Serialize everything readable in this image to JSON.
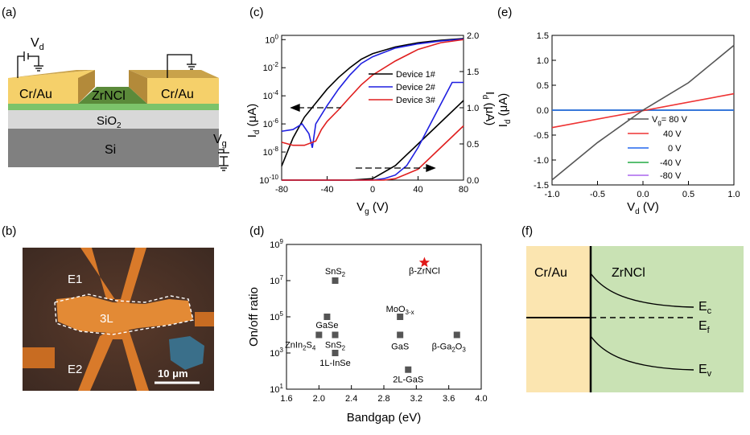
{
  "panel_labels": {
    "a": "(a)",
    "b": "(b)",
    "c": "(c)",
    "d": "(d)",
    "e": "(e)",
    "f": "(f)"
  },
  "panel_a": {
    "vd": "V",
    "vd_sub": "d",
    "vg": "V",
    "vg_sub": "g",
    "contact_left": "Cr/Au",
    "contact_right": "Cr/Au",
    "channel": "ZrNCl",
    "oxide": "SiO",
    "oxide_sub": "2",
    "substrate": "Si"
  },
  "panel_b": {
    "e1": "E1",
    "e2": "E2",
    "layer": "3L",
    "scale_bar": "10 μm"
  },
  "panel_c": {
    "ylabel_left": "I",
    "ylabel_left_sub": "d",
    "ylabel_left_unit": " (μA)",
    "ylabel_right": "I",
    "ylabel_right_sub": "d",
    "ylabel_right_unit": " (μA)",
    "xlabel": "V",
    "xlabel_sub": "g",
    "xlabel_unit": " (V)",
    "x_ticks": [
      "-80",
      "-40",
      "0",
      "40",
      "80"
    ],
    "yl_ticks": [
      {
        "b": "10",
        "e": "0"
      },
      {
        "b": "10",
        "e": "-2"
      },
      {
        "b": "10",
        "e": "-4"
      },
      {
        "b": "10",
        "e": "-6"
      },
      {
        "b": "10",
        "e": "-8"
      },
      {
        "b": "10",
        "e": "-10"
      }
    ],
    "yr_ticks": [
      "2.0",
      "1.5",
      "1.0",
      "0.5",
      "0.0"
    ],
    "legend": [
      "Device 1#",
      "Device 2#",
      "Device 3#"
    ]
  },
  "panel_d": {
    "ylabel": "On/off ratio",
    "xlabel": "Bandgap (eV)",
    "x_ticks": [
      "1.6",
      "2.0",
      "2.4",
      "2.8",
      "3.2",
      "3.6",
      "4.0"
    ],
    "y_ticks": [
      {
        "b": "10",
        "e": "9"
      },
      {
        "b": "10",
        "e": "7"
      },
      {
        "b": "10",
        "e": "5"
      },
      {
        "b": "10",
        "e": "3"
      },
      {
        "b": "10",
        "e": "1"
      }
    ]
  },
  "panel_e": {
    "ylabel": "I",
    "ylabel_sub": "d",
    "ylabel_unit": " (μA)",
    "xlabel": "V",
    "xlabel_sub": "d",
    "xlabel_unit": " (V)",
    "x_ticks": [
      "-1.0",
      "-0.5",
      "0.0",
      "0.5",
      "1.0"
    ],
    "y_ticks": [
      "1.5",
      "1.0",
      "0.5",
      "0.0",
      "-0.5",
      "-1.0",
      "-1.5"
    ],
    "legend_first_prefix": "V",
    "legend_first_sub": "g",
    "legend_first_suffix": "= 80 V",
    "legend": [
      "40 V",
      "0 V",
      "-40 V",
      "-80 V"
    ]
  },
  "panel_f": {
    "metal": "Cr/Au",
    "semi": "ZrNCl",
    "ec": "E",
    "ec_sub": "c",
    "ef": "E",
    "ef_sub": "f",
    "ev": "E",
    "ev_sub": "v"
  },
  "chart_data": [
    {
      "type": "line",
      "panel": "c",
      "x_axis": {
        "range": [
          -80,
          80
        ]
      },
      "y_left": {
        "scale": "log",
        "range": [
          1e-10,
          2
        ]
      },
      "y_right": {
        "scale": "linear",
        "range": [
          0,
          2.0
        ]
      },
      "series": [
        {
          "name": "Device 1#",
          "color": "#000000",
          "axis": "left",
          "x": [
            -80,
            -70,
            -60,
            -50,
            -40,
            -30,
            -20,
            -10,
            0,
            20,
            40,
            60,
            80
          ],
          "y": [
            1e-09,
            1e-07,
            3e-06,
            3e-05,
            0.0003,
            0.002,
            0.01,
            0.04,
            0.1,
            0.3,
            0.6,
            0.9,
            1.2
          ]
        },
        {
          "name": "Device 2#",
          "color": "#1f1fe0",
          "axis": "left",
          "x": [
            -80,
            -70,
            -62,
            -56,
            -53,
            -50,
            -40,
            -30,
            -20,
            -10,
            0,
            20,
            40,
            60,
            80
          ],
          "y": [
            3e-07,
            4e-07,
            1e-06,
            2e-07,
            2e-08,
            1e-06,
            2e-05,
            0.0003,
            0.003,
            0.02,
            0.06,
            0.25,
            0.5,
            0.8,
            1.1
          ]
        },
        {
          "name": "Device 3#",
          "color": "#e01f1f",
          "axis": "left",
          "x": [
            -80,
            -70,
            -60,
            -50,
            -45,
            -40,
            -30,
            -20,
            -10,
            0,
            20,
            40,
            60,
            80
          ],
          "y": [
            5e-08,
            3e-08,
            3e-08,
            6e-08,
            4e-07,
            1.5e-06,
            1e-05,
            8e-05,
            0.0006,
            0.003,
            0.03,
            0.2,
            0.6,
            1.0
          ]
        },
        {
          "name": "Device 1#",
          "color": "#000000",
          "axis": "right",
          "x": [
            -80,
            -20,
            0,
            20,
            40,
            60,
            80
          ],
          "y": [
            0,
            0,
            0.02,
            0.2,
            0.5,
            0.8,
            1.1
          ]
        },
        {
          "name": "Device 2#",
          "color": "#1f1fe0",
          "axis": "right",
          "x": [
            -80,
            0,
            10,
            20,
            30,
            40,
            50,
            60,
            70,
            80
          ],
          "y": [
            0,
            0,
            0.02,
            0.07,
            0.2,
            0.45,
            0.75,
            1.05,
            1.35,
            1.35
          ]
        },
        {
          "name": "Device 3#",
          "color": "#e01f1f",
          "axis": "right",
          "x": [
            -80,
            10,
            20,
            40,
            60,
            80
          ],
          "y": [
            0,
            0,
            0.02,
            0.15,
            0.45,
            0.75
          ]
        }
      ]
    },
    {
      "type": "scatter",
      "panel": "d",
      "xlim": [
        1.6,
        4.0
      ],
      "y_scale": "log",
      "ylim": [
        10,
        1000000000.0
      ],
      "points": [
        {
          "label": "β-ZrNCl",
          "x": 3.3,
          "y": 100000000.0,
          "highlight": true
        },
        {
          "label": "SnS",
          "label_sub": "2",
          "x": 2.2,
          "y": 10000000.0
        },
        {
          "label": "GaSe",
          "x": 2.1,
          "y": 100000.0
        },
        {
          "label": "ZnIn",
          "label_sub": "2",
          "label_tail": "S",
          "label_sub2": "4",
          "x": 2.0,
          "y": 10000.0
        },
        {
          "label": "SnS",
          "label_sub": "2",
          "x": 2.2,
          "y": 10000.0
        },
        {
          "label": "1L-InSe",
          "x": 2.2,
          "y": 1000.0
        },
        {
          "label": "MoO",
          "label_sub": "3-x",
          "x": 3.0,
          "y": 100000.0
        },
        {
          "label": "GaS",
          "x": 3.0,
          "y": 10000.0
        },
        {
          "label": "β-Ga",
          "label_sub": "2",
          "label_tail": "O",
          "label_sub2": "3",
          "x": 3.7,
          "y": 10000.0
        },
        {
          "label": "2L-GaS",
          "x": 3.1,
          "y": 120.0
        }
      ]
    },
    {
      "type": "line",
      "panel": "e",
      "xlim": [
        -1.0,
        1.0
      ],
      "ylim": [
        -1.5,
        1.5
      ],
      "series": [
        {
          "name": "80 V",
          "color": "#555555",
          "x": [
            -1.0,
            -0.5,
            0.0,
            0.5,
            1.0
          ],
          "y": [
            -1.4,
            -0.65,
            0.0,
            0.55,
            1.3
          ]
        },
        {
          "name": "40 V",
          "color": "#ee3333",
          "x": [
            -1.0,
            1.0
          ],
          "y": [
            -0.35,
            0.33
          ]
        },
        {
          "name": "0 V",
          "color": "#2266ee",
          "x": [
            -1.0,
            1.0
          ],
          "y": [
            0.0,
            0.0
          ]
        },
        {
          "name": "-40 V",
          "color": "#22aa44",
          "x": [
            -1.0,
            1.0
          ],
          "y": [
            0.0,
            0.0
          ]
        },
        {
          "name": "-80 V",
          "color": "#aa66ee",
          "x": [
            -1.0,
            1.0
          ],
          "y": [
            0.0,
            0.0
          ]
        }
      ]
    }
  ]
}
